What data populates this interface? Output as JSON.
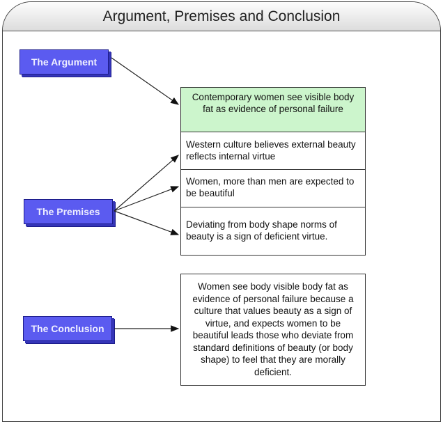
{
  "title": "Argument, Premises and Conclusion",
  "labels": {
    "argument": "The Argument",
    "premises": "The Premises",
    "conclusion": "The Conclusion"
  },
  "argument_text": "Contemporary women see visible body fat as evidence of personal failure",
  "premises": [
    "Western culture believes external beauty reflects internal virtue",
    "Women, more than men are expected to be beautiful",
    "Deviating from body shape norms of beauty is a sign of deficient virtue."
  ],
  "conclusion_text": "Women see body visible body fat as evidence of personal failure because a culture that values beauty as a sign of virtue, and expects women to be beautiful leads those who deviate from standard definitions of beauty (or body shape) to feel that they are morally deficient.",
  "colors": {
    "label_fill": "#5b5bf0",
    "argument_fill": "#ccf5cc"
  }
}
